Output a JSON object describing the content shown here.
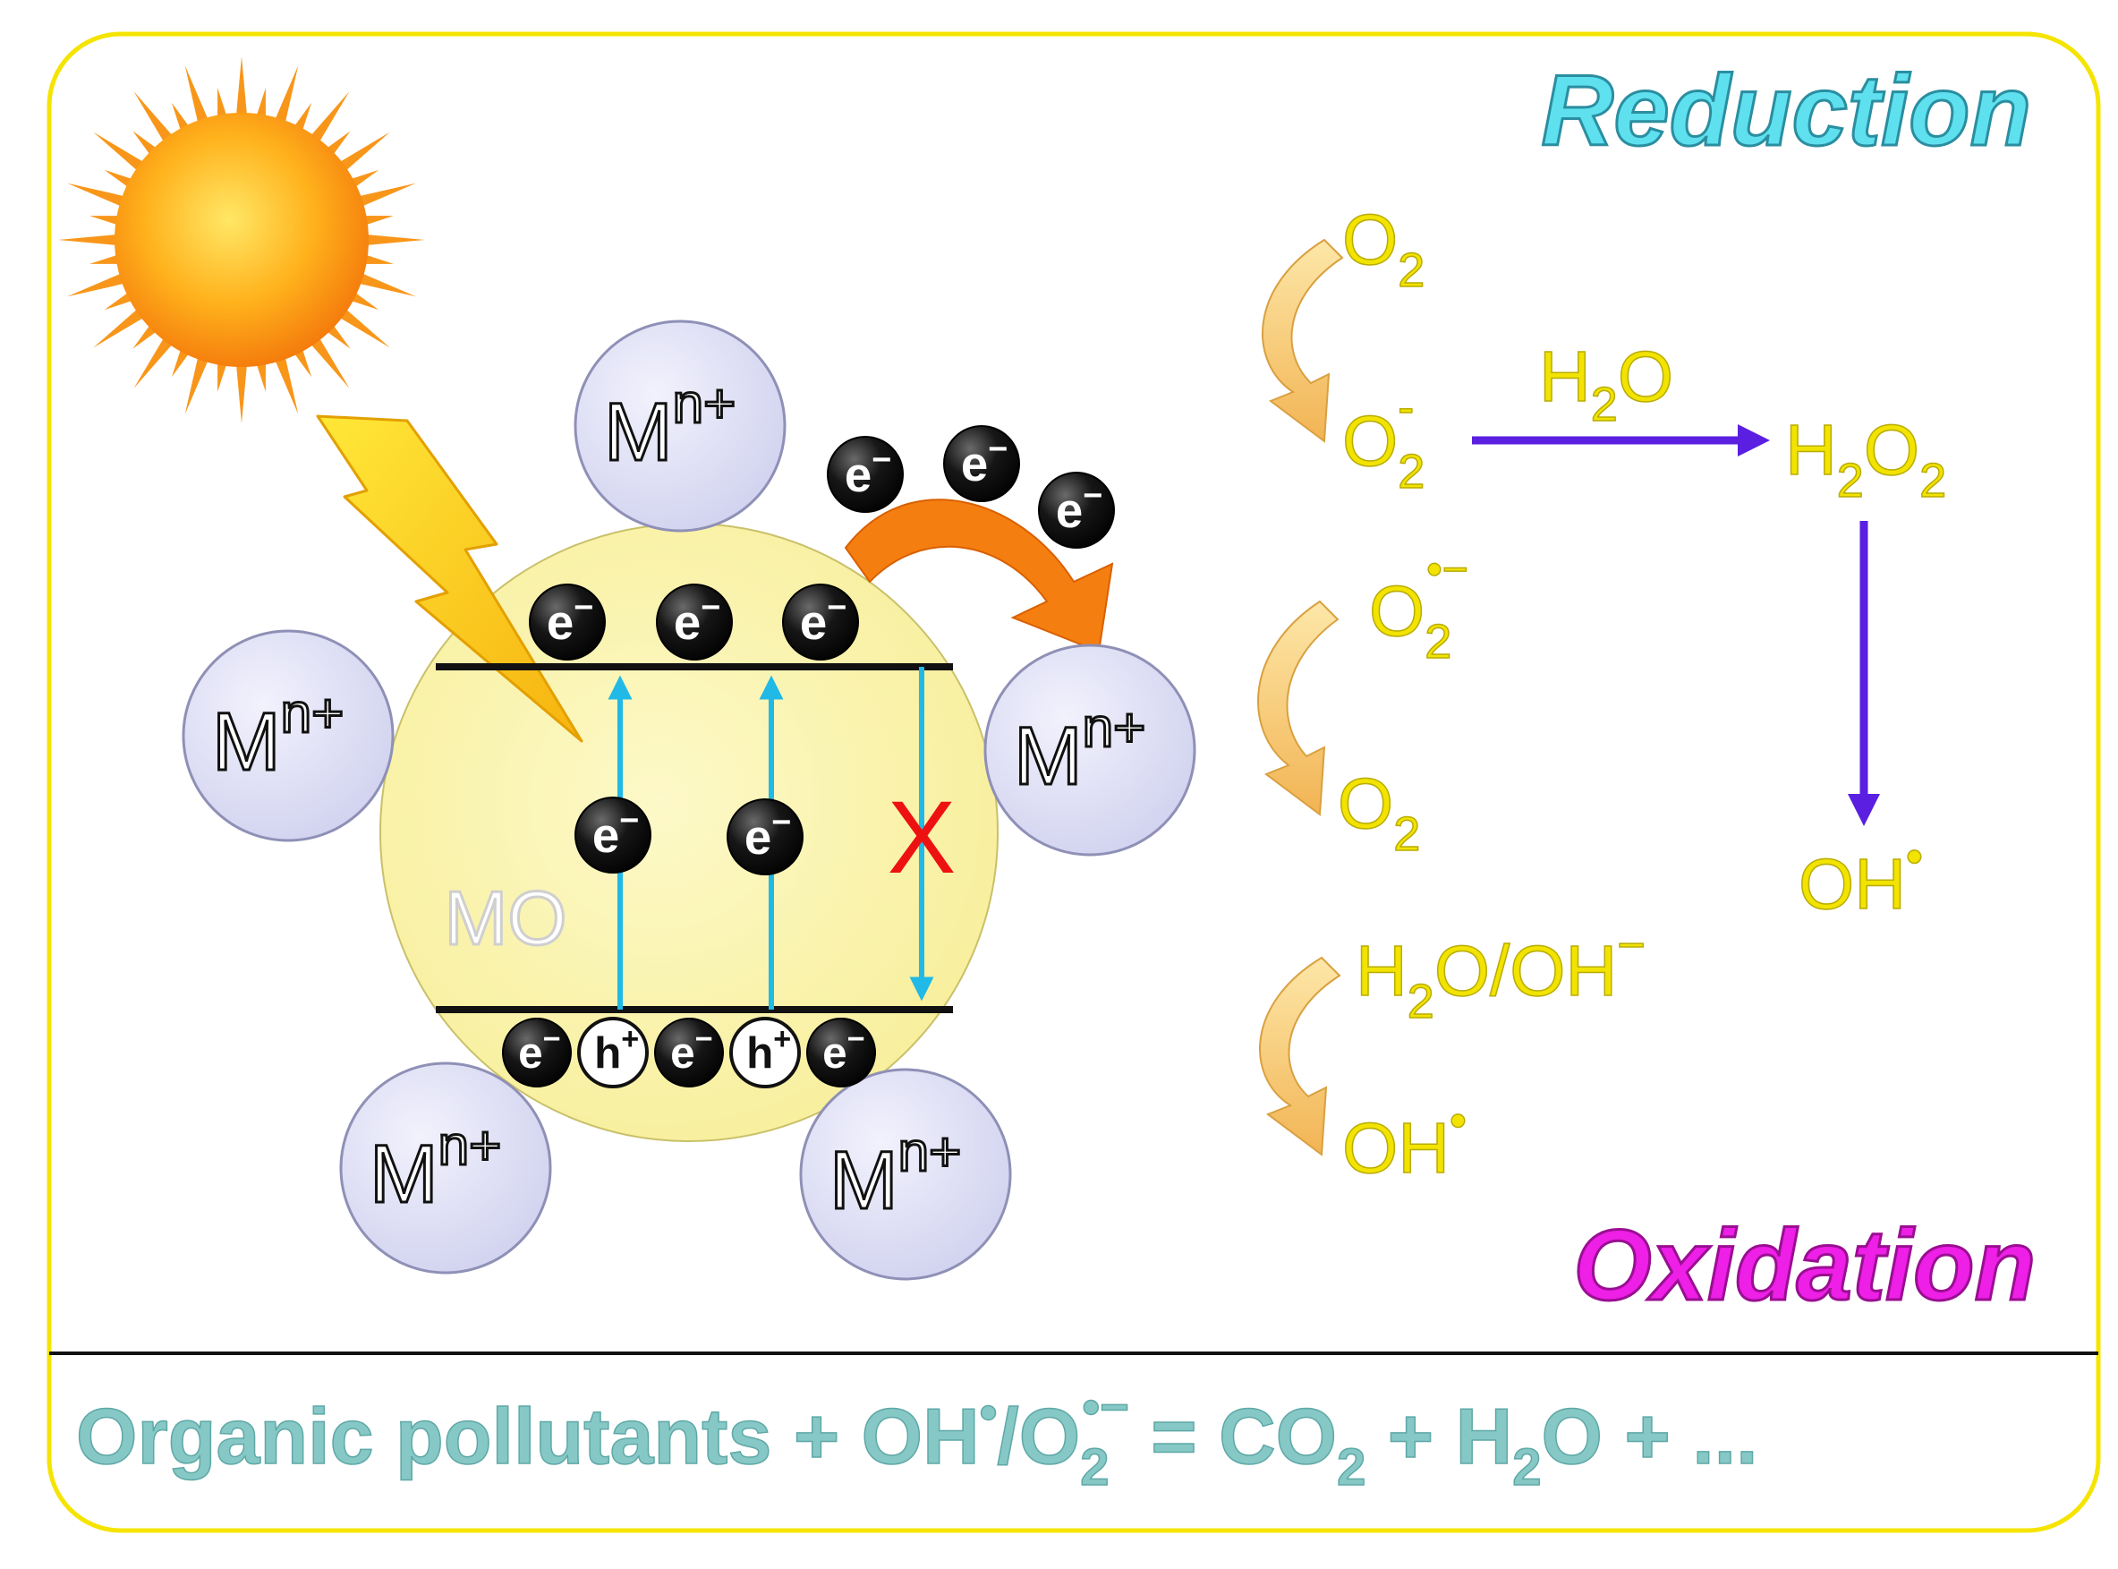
{
  "headings": {
    "reduction": "Reduction",
    "oxidation": "Oxidation"
  },
  "sphere": {
    "label": "MO"
  },
  "ion": {
    "base": "M",
    "sup": "n+"
  },
  "particles": {
    "electron": "e",
    "electron_sign": "−",
    "hole": "h",
    "hole_sign": "+"
  },
  "blocked_mark": "X",
  "species": {
    "o2_a": {
      "base": "O",
      "sub": "2"
    },
    "o2_minus": {
      "base": "O",
      "sub": "2",
      "sup": "-"
    },
    "h2o_label": {
      "a": "H",
      "sub": "2",
      "b": "O"
    },
    "h2o2": {
      "a": "H",
      "sub1": "2",
      "b": "O",
      "sub2": "2"
    },
    "o2_radical": {
      "base": "O",
      "sub": "2",
      "sup": "•−"
    },
    "o2_b": {
      "base": "O",
      "sub": "2"
    },
    "oh_right": {
      "base": "OH",
      "sup": "•"
    },
    "h2o_oh": {
      "a": "H",
      "sub": "2",
      "b": "O/OH",
      "sup": "−"
    },
    "oh_bottom": {
      "base": "OH",
      "sup": "•"
    }
  },
  "equation": {
    "p1": "Organic pollutants + OH",
    "sup1": "•",
    "p2": "/O",
    "sub1": "2",
    "sup2": "•−",
    "p3": " = CO",
    "sub2": "2",
    "p4": " + H",
    "sub3": "2",
    "p5": "O + ..."
  },
  "colors": {
    "frame": "#f5e400",
    "sphere": "#fbf5b0",
    "ion": "#dfe0f6",
    "species": "#f2e300",
    "reduction": "#5fe0ee",
    "oxidation": "#ee1fe6",
    "equation": "#86c8c6",
    "transition": "#21b9e5",
    "path_arrow": "#5a1fe0",
    "curve_arrow": "#f5c060",
    "transfer_arrow": "#f57e10",
    "blocked": "#ee1111"
  }
}
